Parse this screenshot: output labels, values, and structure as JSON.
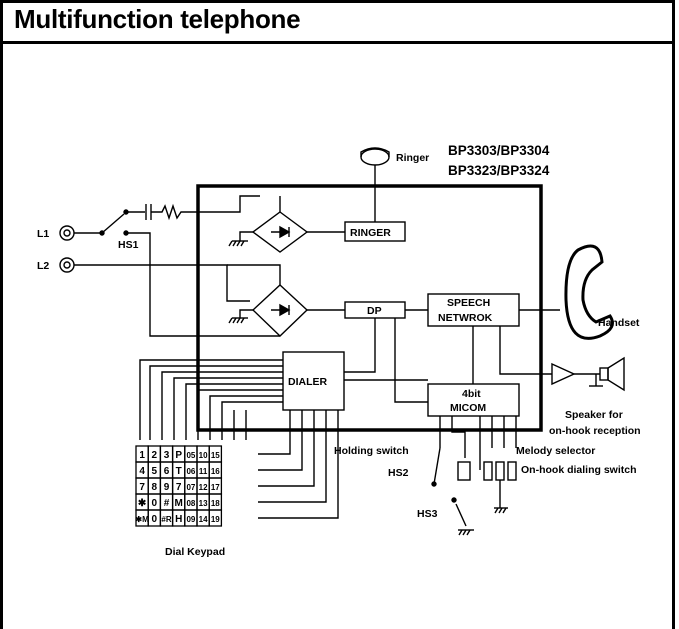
{
  "title": "Multifunction telephone",
  "models": [
    "BP3303/BP3304",
    "BP3323/BP3324"
  ],
  "labels": {
    "ringer_device": "Ringer",
    "ringer_block": "RINGER",
    "dp_block": "DP",
    "speech_line1": "SPEECH",
    "speech_line2": "NETWROK",
    "dialer_block": "DIALER",
    "micom_line1": "4bit",
    "micom_line2": "MICOM",
    "handset": "Handset",
    "speaker_line1": "Speaker for",
    "speaker_line2": "on-hook reception",
    "holding_switch": "Holding switch",
    "melody_selector": "Melody selector",
    "onhook_dialing": "On-hook dialing switch",
    "hs1": "HS1",
    "hs2": "HS2",
    "hs3": "HS3",
    "l1": "L1",
    "l2": "L2",
    "keypad_caption": "Dial Keypad"
  },
  "keypad": [
    [
      "1",
      "2",
      "3",
      "P",
      "05",
      "10",
      "15"
    ],
    [
      "4",
      "5",
      "6",
      "T",
      "06",
      "11",
      "16"
    ],
    [
      "7",
      "8",
      "9",
      "7",
      "07",
      "12",
      "17"
    ],
    [
      "✱",
      "0",
      "#",
      "M",
      "08",
      "13",
      "18"
    ],
    [
      "✱M",
      "0",
      "#R",
      "H",
      "09",
      "14",
      "19"
    ]
  ]
}
